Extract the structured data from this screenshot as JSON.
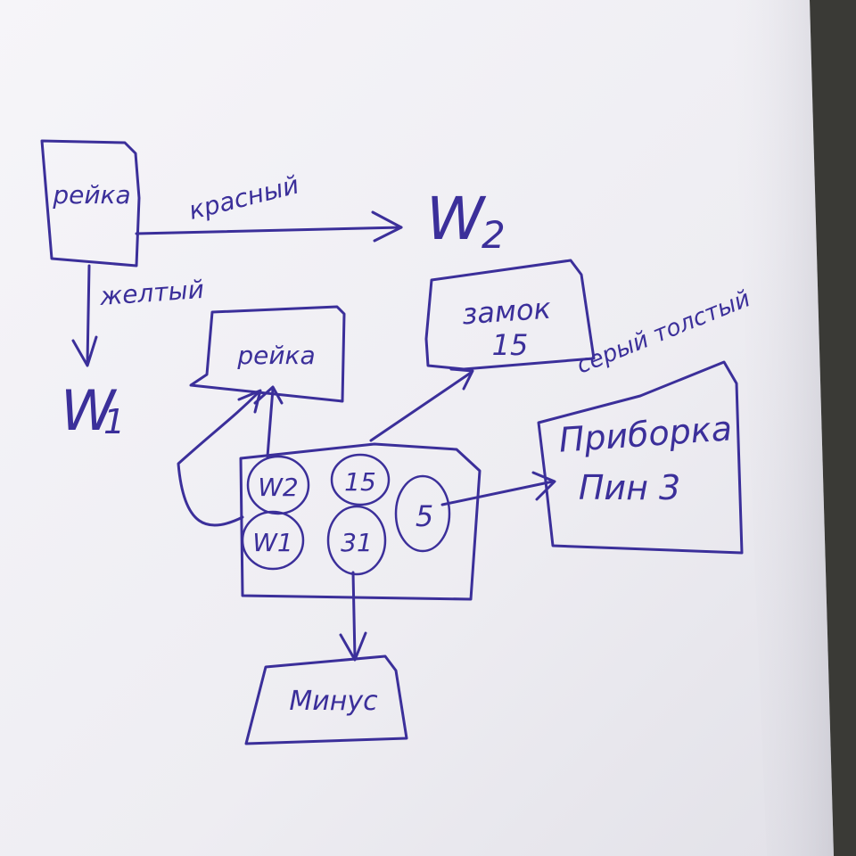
{
  "colors": {
    "ink": "#3b2f9a",
    "paper": "#f3f2f6",
    "paper_shadow": "#cfcfd6",
    "background": "#3a3a36"
  },
  "nodes": {
    "rail_top": "рейка",
    "rail_mid": "рейка",
    "lock": {
      "line1": "замок",
      "line2": "15"
    },
    "dashboard": {
      "line1": "Приборка",
      "line2": "Пин 3"
    },
    "minus": "Минус"
  },
  "labels": {
    "w1": "W",
    "w1_sub": "1",
    "w2": "W",
    "w2_sub": "2"
  },
  "edges": {
    "red": "красный",
    "yellow": "желтый",
    "grey_thick": "серый толстый"
  },
  "connector": {
    "pins": [
      "W2",
      "15",
      "5",
      "W1",
      "31"
    ]
  }
}
